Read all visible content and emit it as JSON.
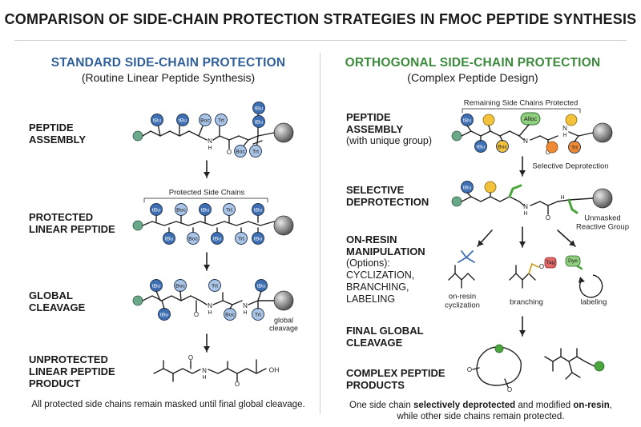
{
  "title": "COMPARISON OF SIDE-CHAIN PROTECTION STRATEGIES IN FMOC PEPTIDE SYNTHESIS",
  "colors": {
    "blue_heading": "#2f5f9a",
    "green_heading": "#3c8a3c",
    "tBu": "#3e6fb3",
    "Boc": "#aac4e6",
    "Trt": "#aac4e6",
    "yellow": "#f2c23d",
    "orange": "#ee8a35",
    "alloc": "#8fcf7e",
    "resin_start": "#6aa88a"
  },
  "left": {
    "heading": "STANDARD SIDE-CHAIN PROTECTION",
    "subheading": "(Routine Linear Peptide Synthesis)",
    "stages": [
      {
        "label_lines": [
          "PEPTIDE",
          "ASSEMBLY"
        ]
      },
      {
        "label_lines": [
          "PROTECTED",
          "LINEAR PEPTIDE"
        ]
      },
      {
        "label_lines": [
          "GLOBAL",
          "CLEAVAGE"
        ]
      },
      {
        "label_lines": [
          "UNPROTECTED",
          "LINEAR PEPTIDE",
          "PRODUCT"
        ]
      }
    ],
    "bracket_label": "Protected Side Chains",
    "global_cleavage_note": [
      "global",
      "cleavage"
    ],
    "footer": "All protected side chains remain masked until final global cleavage."
  },
  "right": {
    "heading": "ORTHOGONAL SIDE-CHAIN PROTECTION",
    "subheading": "(Complex Peptide Design)",
    "stages": [
      {
        "label_lines": [
          "PEPTIDE",
          "ASSEMBLY"
        ],
        "sub": "(with unique group)"
      },
      {
        "label_lines": [
          "SELECTIVE",
          "DEPROTECTION"
        ]
      },
      {
        "label_lines": [
          "ON-RESIN",
          "MANIPULATION"
        ],
        "sub_lines": [
          "(Options):",
          "CYCLIZATION,",
          "BRANCHING,",
          "LABELING"
        ]
      },
      {
        "label_lines": [
          "FINAL GLOBAL",
          "CLEAVAGE"
        ]
      },
      {
        "label_lines": [
          "COMPLEX PEPTIDE",
          "PRODUCTS"
        ]
      }
    ],
    "remaining_label": "Remaining Side Chains Protected",
    "selective_arrow_label": "Selective Deprotection",
    "unmasked_label": [
      "Unmasked",
      "Reactive Group"
    ],
    "options": [
      "on-resin",
      "cyclization",
      "branching",
      "labeling"
    ],
    "footer_parts": [
      {
        "text": "One side chain ",
        "bold": false
      },
      {
        "text": "selectively deprotected",
        "bold": true
      },
      {
        "text": " and modified ",
        "bold": false
      },
      {
        "text": "on-resin",
        "bold": true
      },
      {
        "text": ",",
        "bold": false
      }
    ],
    "footer_line2": "while other side chains remain protected."
  },
  "tags": {
    "tBu": "tBu",
    "Boc": "Boc",
    "Trt": "Trt",
    "Alloc": "Alloc",
    "Tag": "Tag",
    "Dye": "Dye"
  },
  "atoms": {
    "N": "N",
    "H": "H",
    "O": "O",
    "OH": "OH"
  }
}
